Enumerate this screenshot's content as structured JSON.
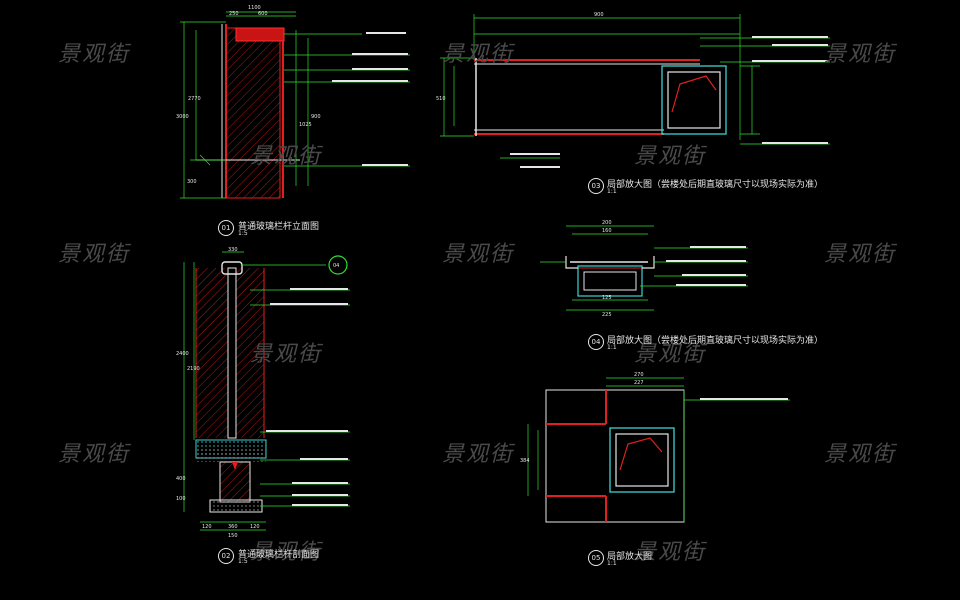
{
  "watermark": "景观街",
  "views": [
    {
      "num": "01",
      "title": "普通玻璃栏杆立面图",
      "scale": "1:5"
    },
    {
      "num": "02",
      "title": "普通玻璃栏杆剖面图",
      "scale": "1:5"
    },
    {
      "num": "03",
      "title": "局部放大图（尝楼处后期直玻璃尺寸以现场实际为准）",
      "scale": "1:1"
    },
    {
      "num": "04",
      "title": "局部放大图（尝楼处后期直玻璃尺寸以现场实际为准）",
      "scale": "1:1"
    },
    {
      "num": "05",
      "title": "局部放大图",
      "scale": "1:1"
    }
  ],
  "dimensions": {
    "v01_top": [
      "1100",
      "250",
      "600"
    ],
    "v01_left": [
      "2770",
      "3000",
      "300"
    ],
    "v01_right": [
      "1025",
      "900"
    ],
    "v02_top": "330",
    "v02_left": [
      "2400",
      "2190",
      "400",
      "100"
    ],
    "v02_bottom": [
      "120",
      "360",
      "120",
      "150"
    ],
    "v03_top": "900",
    "v03_left": "510",
    "v04_top": [
      "200",
      "160"
    ],
    "v04_bottom": [
      "125",
      "225"
    ],
    "v05_top": [
      "270",
      "227"
    ],
    "v05_left": "384"
  }
}
